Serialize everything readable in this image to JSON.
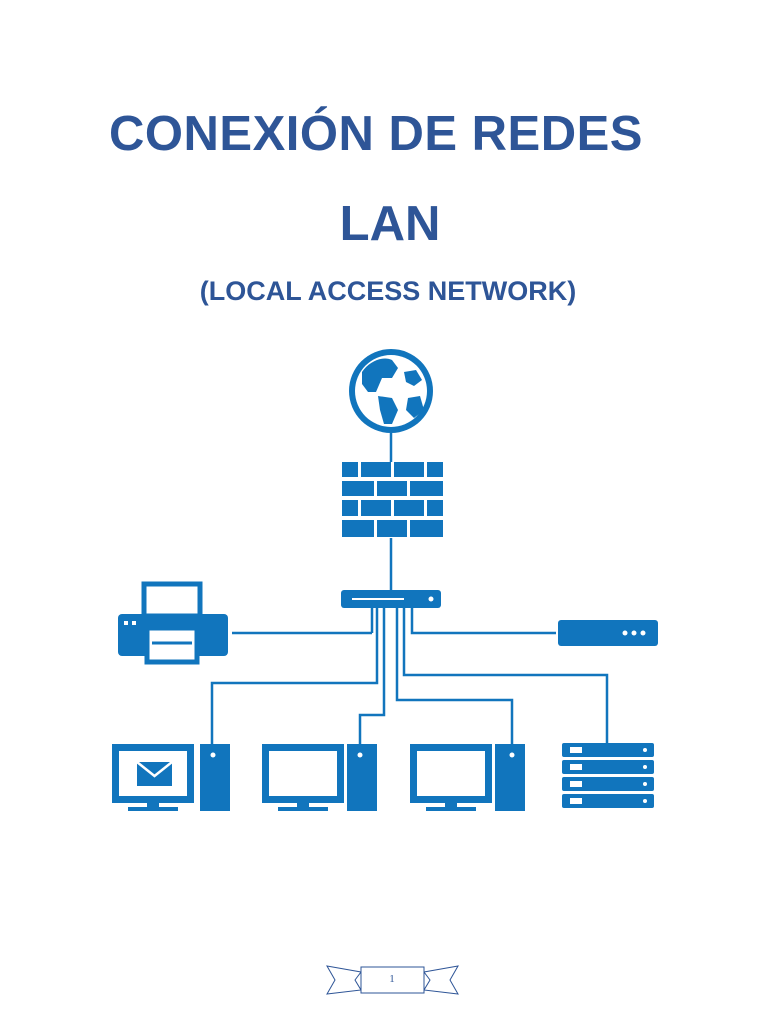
{
  "document": {
    "title_line1": "CONEXIÓN DE REDES",
    "title_line2": "LAN",
    "subtitle": "(LOCAL ACCESS NETWORK)",
    "page_number": "1"
  },
  "diagram": {
    "accent_color": "#1175bd",
    "nodes": [
      {
        "id": "internet",
        "icon": "globe-icon"
      },
      {
        "id": "firewall",
        "icon": "firewall-icon"
      },
      {
        "id": "switch",
        "icon": "switch-icon"
      },
      {
        "id": "printer",
        "icon": "printer-icon"
      },
      {
        "id": "router",
        "icon": "router-icon"
      },
      {
        "id": "workstation-mail",
        "icon": "mail-workstation-icon"
      },
      {
        "id": "workstation-2",
        "icon": "workstation-icon"
      },
      {
        "id": "workstation-3",
        "icon": "workstation-icon"
      },
      {
        "id": "server",
        "icon": "server-rack-icon"
      }
    ]
  }
}
